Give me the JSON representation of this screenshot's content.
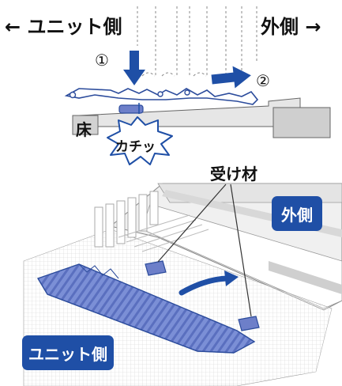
{
  "top": {
    "left_label": "← ユニット側",
    "right_label": "外側 →"
  },
  "steps": {
    "step1": "①",
    "step2": "②"
  },
  "floor_label": "床",
  "click_label": "カチッ",
  "receiver_label": "受け材",
  "outer_badge": "外側",
  "unit_badge": "ユニット側",
  "colors": {
    "accent_blue": "#1f4fa6",
    "part_blue": "#6d7fc9",
    "floor_gray": "#d9d9d9"
  }
}
